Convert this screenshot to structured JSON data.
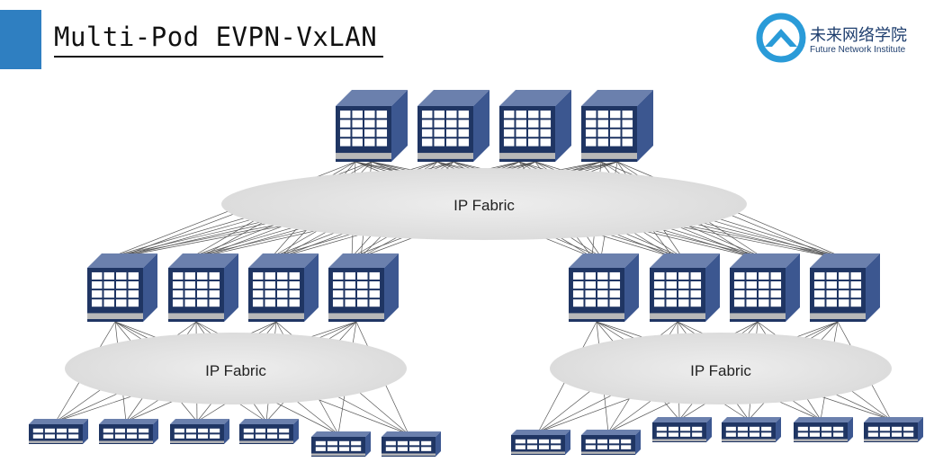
{
  "slide": {
    "title": "Multi-Pod EVPN-VxLAN",
    "logo_cn": "未来网络学院",
    "logo_en": "Future Network Institute",
    "logo_icon": "mountain-logo-icon",
    "accent_color": "#2f7fc1",
    "logo_color": "#2a9bd8"
  },
  "diagram": {
    "clouds": [
      {
        "id": "super",
        "label": "IP Fabric"
      },
      {
        "id": "pod-left",
        "label": "IP Fabric"
      },
      {
        "id": "pod-right",
        "label": "IP Fabric"
      }
    ],
    "device_color": "#1f3563",
    "device_side_color": "#3c5790",
    "device_top_color": "#6b80ad",
    "link_color": "#555555",
    "cloud_color": "#e5e5e5"
  }
}
